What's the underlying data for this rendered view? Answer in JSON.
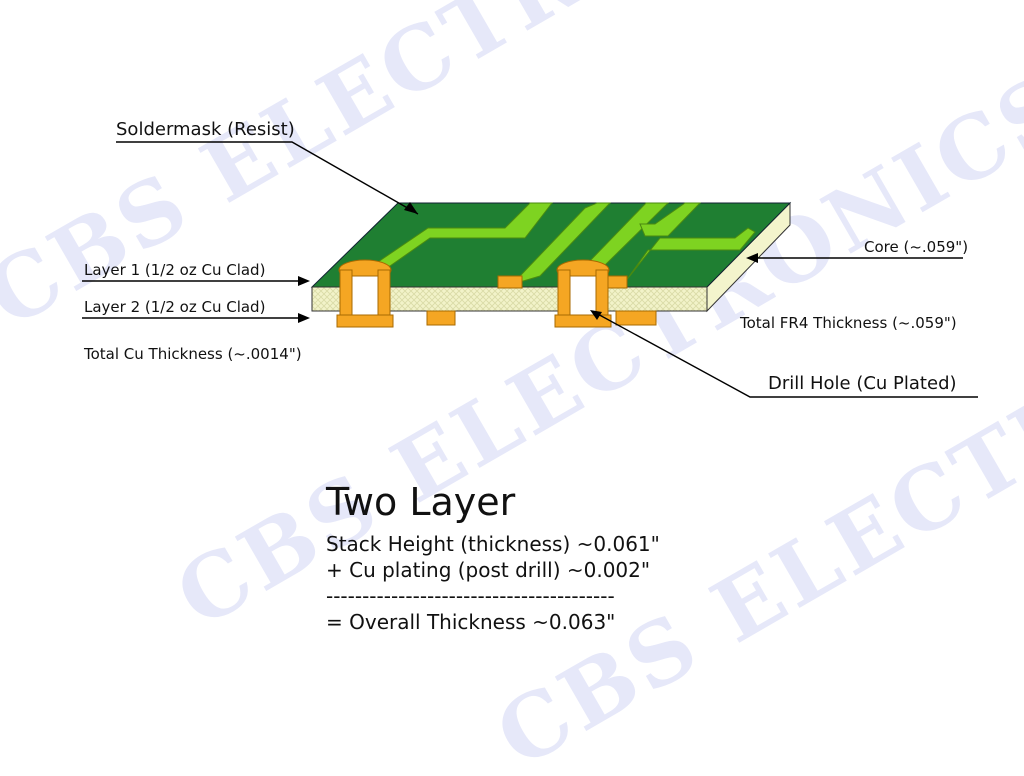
{
  "watermark": {
    "text": "CBS ELECTRONICS",
    "color": "#e6e8f9"
  },
  "labels": {
    "soldermask": "Soldermask (Resist)",
    "layer1": "Layer 1 (1/2 oz Cu Clad)",
    "layer2": "Layer 2 (1/2 oz Cu Clad)",
    "total_cu": "Total Cu Thickness (~.0014\")",
    "core": "Core (~.059\")",
    "total_fr4": "Total FR4 Thickness (~.059\")",
    "drill_hole": "Drill Hole (Cu Plated)"
  },
  "summary": {
    "title": "Two Layer",
    "line1": "Stack Height (thickness) ~0.061\"",
    "line2": "+ Cu plating (post drill) ~0.002\"",
    "divider": "----------------------------------------",
    "line3": "= Overall Thickness ~0.063\""
  },
  "colors": {
    "soldermask_top": "#1f7f32",
    "trace_green": "#7ed321",
    "core_fill": "#f2f3c9",
    "copper": "#f5a623"
  }
}
